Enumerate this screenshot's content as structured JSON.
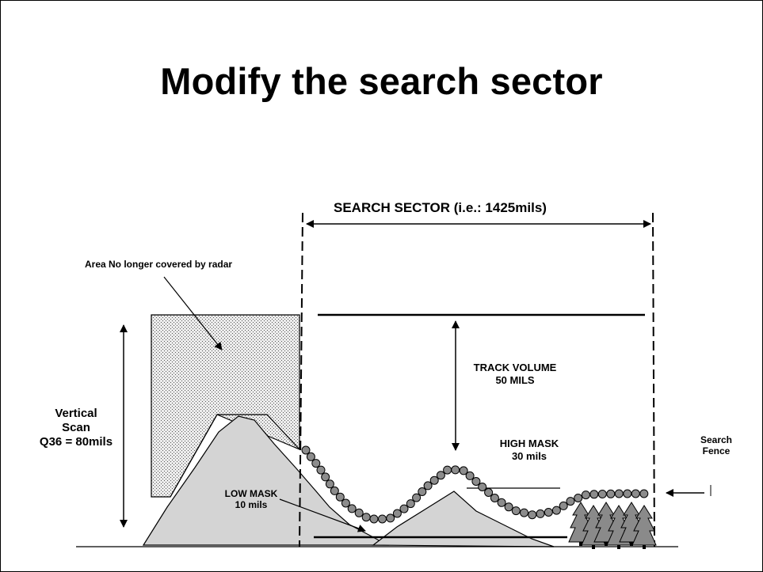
{
  "title": "Modify the search sector",
  "labels": {
    "search_sector": "SEARCH SECTOR (i.e.: 1425mils)",
    "area_no_longer": "Area No longer covered by radar",
    "track_volume": "TRACK VOLUME",
    "track_volume_value": "50 MILS",
    "high_mask": "HIGH MASK",
    "high_mask_value": "30 mils",
    "low_mask": "LOW MASK",
    "low_mask_value": "10 mils",
    "vertical_scan": "Vertical",
    "vertical_scan_2": "Scan",
    "vertical_scan_value": "Q36 = 80mils",
    "search_fence": "Search",
    "search_fence_2": "Fence"
  },
  "colors": {
    "terrain": "#d4d4d4",
    "fence_bead": "#8c8c8c",
    "trees": "#8a8a8a",
    "stipple": "#e9e9e9"
  }
}
